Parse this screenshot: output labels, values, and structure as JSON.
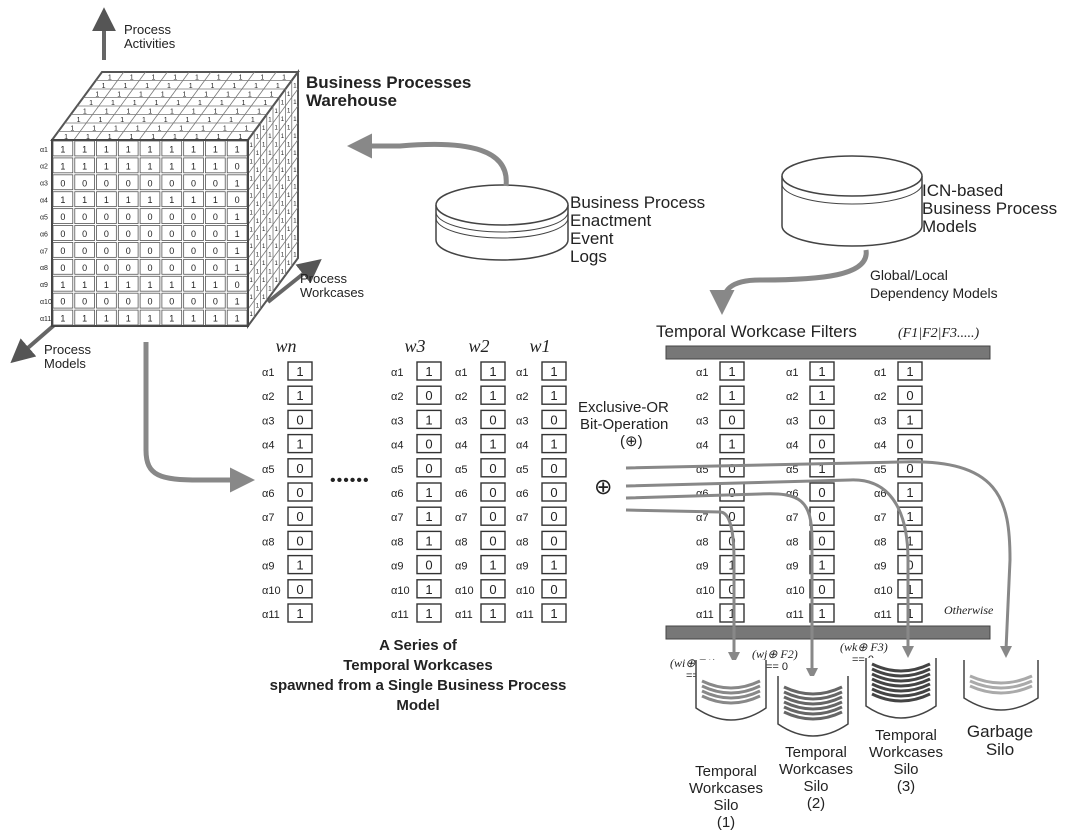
{
  "cube": {
    "title_line1": "Business Processes",
    "title_line2": "Warehouse",
    "axis_activities_line1": "Process",
    "axis_activities_line2": "Activities",
    "axis_workcases_line1": "Process",
    "axis_workcases_line2": "Workcases",
    "axis_models_line1": "Process",
    "axis_models_line2": "Models",
    "grid": [
      [
        1,
        1,
        1,
        1,
        1,
        1,
        1,
        1,
        1
      ],
      [
        1,
        1,
        1,
        1,
        1,
        1,
        1,
        1,
        0
      ],
      [
        0,
        0,
        0,
        0,
        0,
        0,
        0,
        0,
        1
      ],
      [
        1,
        1,
        1,
        1,
        1,
        1,
        1,
        1,
        0
      ],
      [
        0,
        0,
        0,
        0,
        0,
        0,
        0,
        0,
        1
      ],
      [
        0,
        0,
        0,
        0,
        0,
        0,
        0,
        0,
        1
      ],
      [
        0,
        0,
        0,
        0,
        0,
        0,
        0,
        0,
        1
      ],
      [
        0,
        0,
        0,
        0,
        0,
        0,
        0,
        0,
        1
      ],
      [
        1,
        1,
        1,
        1,
        1,
        1,
        1,
        1,
        0
      ],
      [
        0,
        0,
        0,
        0,
        0,
        0,
        0,
        0,
        1
      ],
      [
        1,
        1,
        1,
        1,
        1,
        1,
        1,
        1,
        1
      ]
    ],
    "top_value": "1",
    "side_value": "1"
  },
  "event_logs": {
    "line1": "Business Process",
    "line2": "Enactment",
    "line3": "Event",
    "line4": "Logs"
  },
  "icn_models": {
    "line1": "ICN-based",
    "line2": "Business Process",
    "line3": "Models"
  },
  "dependency": {
    "line1": "Global/Local",
    "line2": "Dependency Models"
  },
  "filters_title": "Temporal Workcase Filters",
  "filters_formula": "(F1|F2|F3.....)",
  "alpha_labels": [
    "α1",
    "α2",
    "α3",
    "α4",
    "α5",
    "α6",
    "α7",
    "α8",
    "α9",
    "α10",
    "α11"
  ],
  "workcases": [
    {
      "name": "wn",
      "values": [
        1,
        1,
        0,
        1,
        0,
        0,
        0,
        0,
        1,
        0,
        1
      ]
    },
    {
      "name": "w3",
      "values": [
        1,
        0,
        1,
        0,
        0,
        1,
        1,
        1,
        0,
        1,
        1
      ]
    },
    {
      "name": "w2",
      "values": [
        1,
        1,
        0,
        1,
        0,
        0,
        0,
        0,
        1,
        0,
        1
      ]
    },
    {
      "name": "w1",
      "values": [
        1,
        1,
        0,
        1,
        0,
        0,
        0,
        0,
        1,
        0,
        1
      ]
    }
  ],
  "ellipsis": "••••••",
  "filters": [
    {
      "values": [
        1,
        1,
        0,
        1,
        0,
        0,
        0,
        0,
        1,
        0,
        1
      ]
    },
    {
      "values": [
        1,
        1,
        0,
        0,
        1,
        0,
        0,
        0,
        1,
        0,
        1
      ]
    },
    {
      "values": [
        1,
        0,
        1,
        0,
        0,
        1,
        1,
        1,
        0,
        1,
        1
      ]
    }
  ],
  "xor": {
    "line1": "Exclusive-OR",
    "line2": "Bit-Operation",
    "line3": "(⊕)",
    "symbol": "⊕"
  },
  "otherwise": "Otherwise",
  "conditions": [
    {
      "expr": "(wi⊕ F1)",
      "eq": "== 0"
    },
    {
      "expr": "(wj⊕ F2)",
      "eq": "== 0"
    },
    {
      "expr": "(wk⊕ F3)",
      "eq": "== 0"
    }
  ],
  "series_caption": {
    "line1": "A Series of",
    "line2": "Temporal Workcases",
    "line3": "spawned from a Single Business Process",
    "line4": "Model"
  },
  "silos": [
    {
      "line1": "Temporal",
      "line2": "Workcases",
      "line3": "Silo",
      "line4": "(1)"
    },
    {
      "line1": "Temporal",
      "line2": "Workcases",
      "line3": "Silo",
      "line4": "(2)"
    },
    {
      "line1": "Temporal",
      "line2": "Workcases",
      "line3": "Silo",
      "line4": "(3)"
    }
  ],
  "garbage": {
    "line1": "Garbage",
    "line2": "Silo"
  }
}
